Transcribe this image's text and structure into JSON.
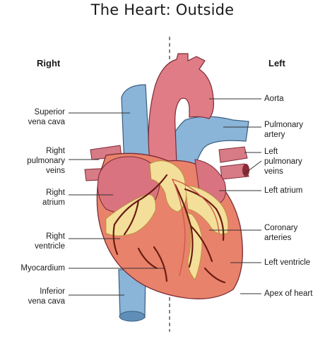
{
  "title": "The Heart: Outside",
  "sides": {
    "right": "Right",
    "left": "Left"
  },
  "labels_right": [
    "Superior\nvena cava",
    "Right\npulmonary\nveins",
    "Right\natrium",
    "Right\nventricle",
    "Myocardium",
    "Inferior\nvena cava"
  ],
  "labels_left": [
    "Aorta",
    "Pulmonary\nartery",
    "Left\npulmonary\nveins",
    "Left atrium",
    "Coronary\narteries",
    "Left ventricle",
    "Apex of heart"
  ],
  "colors": {
    "vein_blue": "#8ab4d8",
    "artery_red": "#e07c86",
    "ventricle": "#e8826a",
    "fat_yellow": "#f3df9a",
    "vessel_dark": "#6b1c12"
  }
}
